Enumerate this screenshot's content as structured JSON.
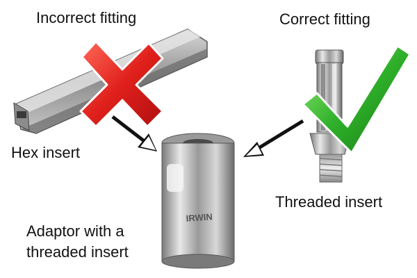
{
  "labels": {
    "incorrect_title": "Incorrect fitting",
    "correct_title": "Correct fitting",
    "hex_insert": "Hex insert",
    "threaded_insert": "Threaded insert",
    "adaptor_line1": "Adaptor with a",
    "adaptor_line2": "threaded insert"
  },
  "brand_text": "IRWIN",
  "icons": {
    "incorrect_mark": "red-cross-icon",
    "correct_mark": "green-check-icon",
    "arrows": "arrow-icon"
  },
  "colors": {
    "cross": "#e0201c",
    "check": "#2fb02a",
    "steel": "#b8b8b8"
  }
}
